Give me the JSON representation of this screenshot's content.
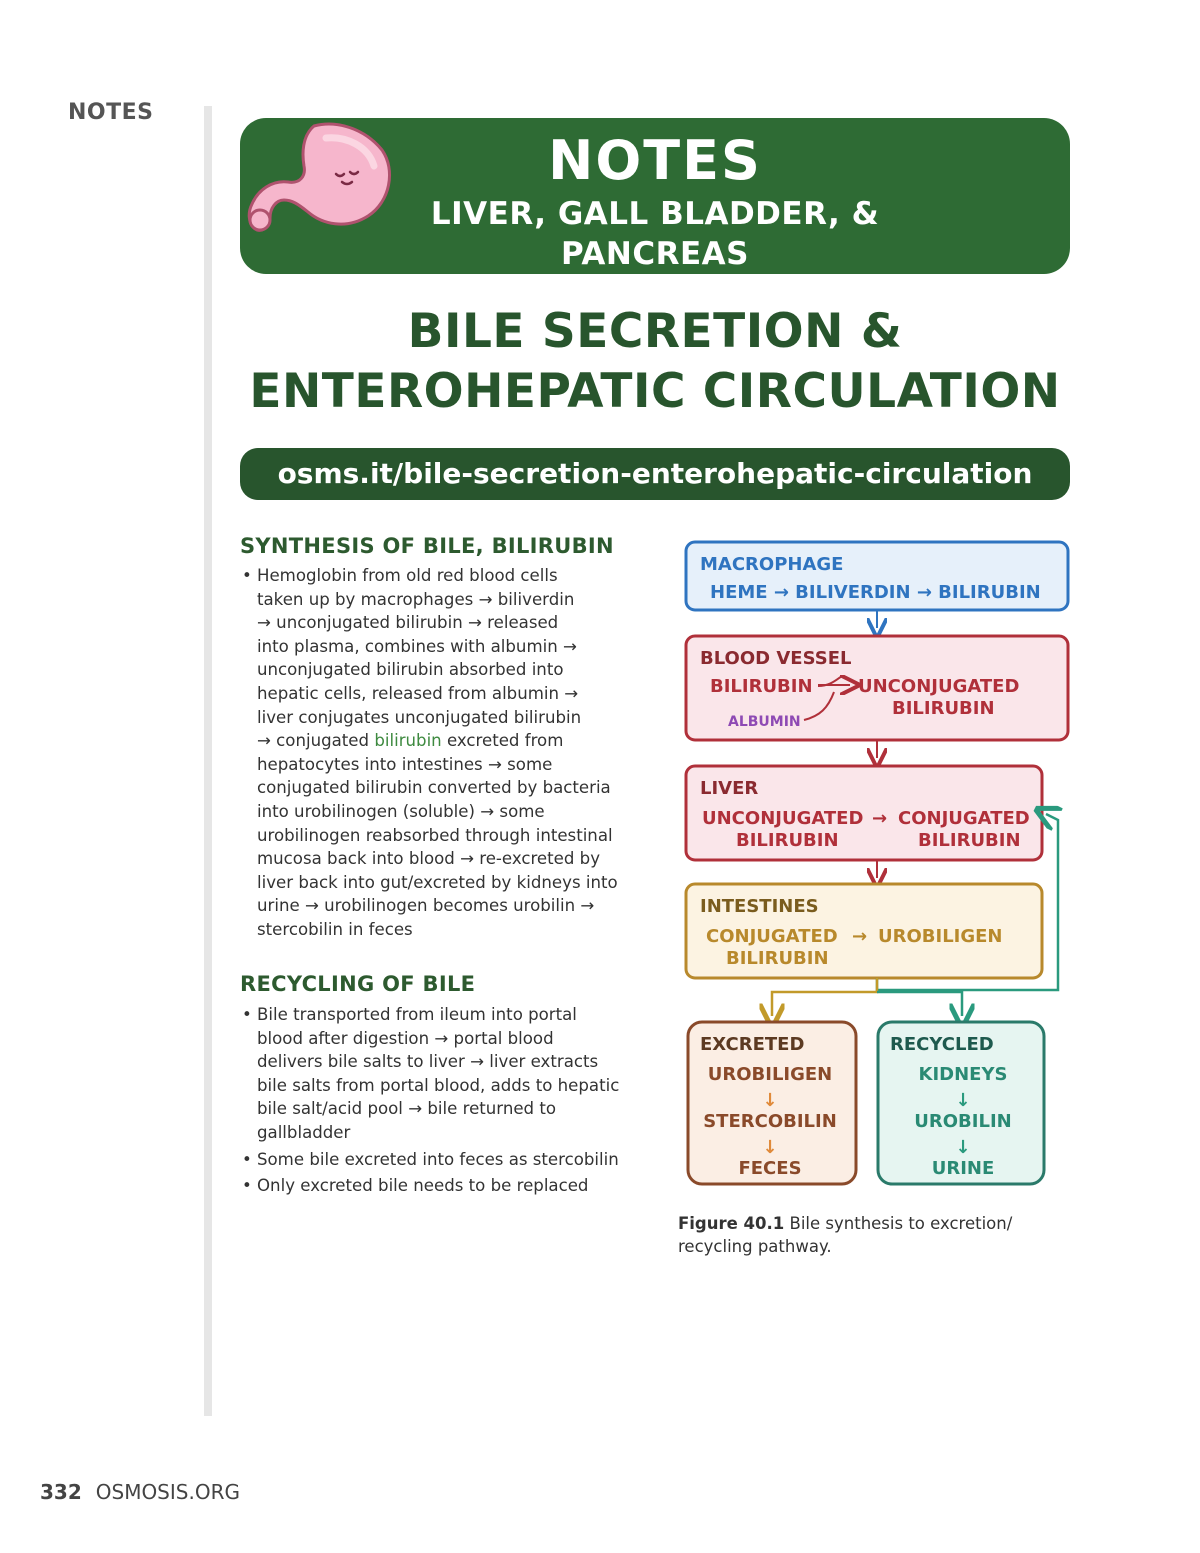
{
  "side_label": "NOTES",
  "banner": {
    "title": "NOTES",
    "subtitle_line1": "LIVER, GALL BLADDER, &",
    "subtitle_line2": "PANCREAS",
    "mascot_icon": "stomach-icon"
  },
  "page_title": {
    "line1": "BILE SECRETION &",
    "line2": "ENTEROHEPATIC CIRCULATION"
  },
  "url": "osms.it/bile-secretion-enterohepatic-circulation",
  "section1": {
    "heading": "SYNTHESIS OF BILE, BILIRUBIN",
    "lines": [
      "Hemoglobin from old red blood cells",
      "taken up by macrophages → biliverdin",
      "→ unconjugated bilirubin → released",
      "into plasma, combines with albumin →",
      "unconjugated bilirubin absorbed into",
      "hepatic cells, released from albumin →",
      "liver conjugates unconjugated bilirubin"
    ],
    "line8_pre": "→ conjugated ",
    "line8_highlight": "bilirubin",
    "line8_post": " excreted from",
    "lines_after": [
      "hepatocytes into intestines → some",
      "conjugated bilirubin converted by bacteria",
      "into urobilinogen (soluble) → some",
      "urobilinogen reabsorbed through intestinal",
      "mucosa back into blood → re-excreted by",
      "liver back into gut/excreted by kidneys into",
      "urine → urobilinogen becomes urobilin →",
      "stercobilin in feces"
    ]
  },
  "section2": {
    "heading": "RECYCLING OF BILE",
    "bullet1_lines": [
      "Bile transported from ileum into portal",
      "blood after digestion → portal blood",
      "delivers bile salts to liver → liver extracts",
      "bile salts from portal blood, adds to hepatic",
      "bile salt/acid pool → bile returned to",
      "gallbladder"
    ],
    "bullet2": "Some bile excreted into feces as stercobilin",
    "bullet3": "Only excreted bile needs to be replaced"
  },
  "diagram": {
    "macrophage": {
      "title": "MACROPHAGE",
      "flow": "HEME → BILIVERDIN → BILIRUBIN",
      "color": "#2f74c0"
    },
    "blood_vessel": {
      "title": "BLOOD VESSEL",
      "left": "BILIRUBIN",
      "right1": "UNCONJUGATED",
      "right2": "BILIRUBIN",
      "albumin": "ALBUMIN",
      "color": "#b0303a",
      "albumin_color": "#8e4ab4"
    },
    "liver": {
      "title": "LIVER",
      "left1": "UNCONJUGATED",
      "left2": "BILIRUBIN",
      "arrow": "→",
      "right1": "CONJUGATED",
      "right2": "BILIRUBIN",
      "color": "#b0303a"
    },
    "intestines": {
      "title": "INTESTINES",
      "left1": "CONJUGATED",
      "left2": "BILIRUBIN",
      "arrow": "→",
      "right": "UROBILIGEN",
      "title_color": "#7a5c1e",
      "color": "#b8892c"
    },
    "excreted": {
      "title": "EXCRETED",
      "items": [
        "UROBILIGEN",
        "STERCOBILIN",
        "FECES"
      ],
      "color": "#8a4a2a"
    },
    "recycled": {
      "title": "RECYCLED",
      "items": [
        "KIDNEYS",
        "UROBILIN",
        "URINE"
      ],
      "color": "#2a8a74"
    }
  },
  "caption": {
    "label": "Figure 40.1",
    "text": " Bile synthesis to excretion/ recycling pathway."
  },
  "footer": {
    "page_number": "332",
    "site": "OSMOSIS.ORG"
  }
}
